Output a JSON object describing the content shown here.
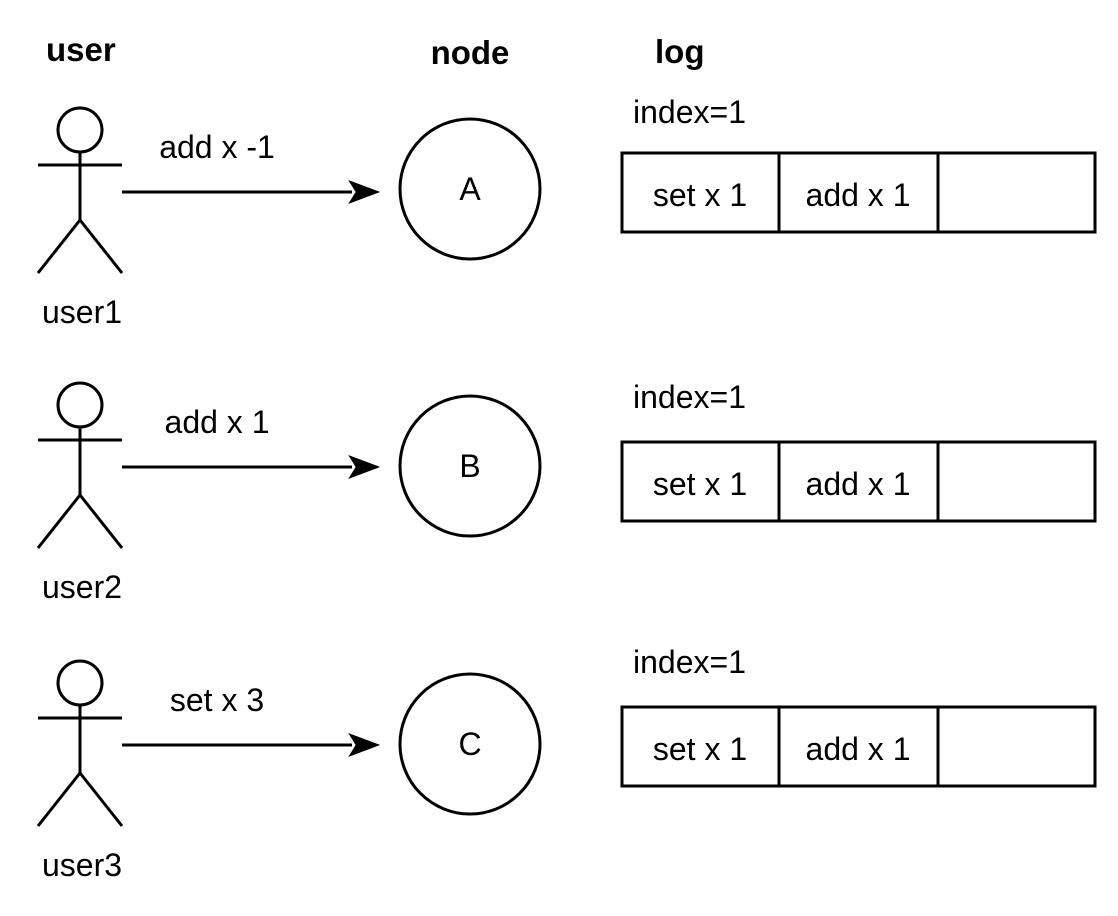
{
  "headers": {
    "user": "user",
    "node": "node",
    "log": "log"
  },
  "rows": [
    {
      "user_name": "user1",
      "message": "add x -1",
      "node_label": "A",
      "log_index": "index=1",
      "log_cells": [
        "set x 1",
        "add x 1",
        ""
      ]
    },
    {
      "user_name": "user2",
      "message": "add x 1",
      "node_label": "B",
      "log_index": "index=1",
      "log_cells": [
        "set x 1",
        "add x 1",
        ""
      ]
    },
    {
      "user_name": "user3",
      "message": "set x 3",
      "node_label": "C",
      "log_index": "index=1",
      "log_cells": [
        "set x 1",
        "add x 1",
        ""
      ]
    }
  ],
  "colors": {
    "stroke": "#000000",
    "background": "#ffffff",
    "text": "#000000"
  }
}
